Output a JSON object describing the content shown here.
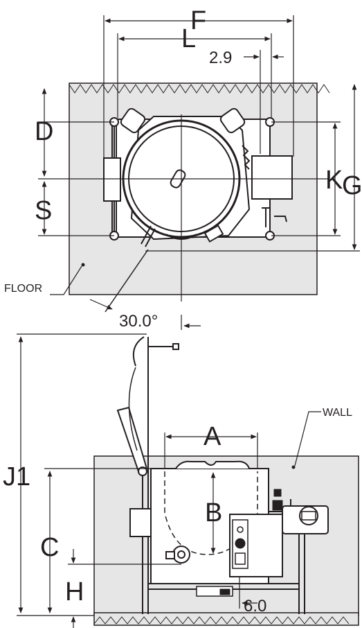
{
  "top_view": {
    "dim_F": "F",
    "dim_L": "L",
    "dim_29": "2.9",
    "dim_D": "D",
    "dim_S": "S",
    "dim_K": "K",
    "dim_G": "G",
    "floor_label": "FLOOR",
    "angle_label": "30.0°"
  },
  "side_view": {
    "dim_J1": "J1",
    "dim_A": "A",
    "dim_B": "B",
    "dim_C": "C",
    "dim_H": "H",
    "dim_60": "6.0",
    "wall_label": "WALL"
  },
  "colors": {
    "ink": "#231f20",
    "fill_gray": "#e6e6e6",
    "white": "#ffffff"
  }
}
